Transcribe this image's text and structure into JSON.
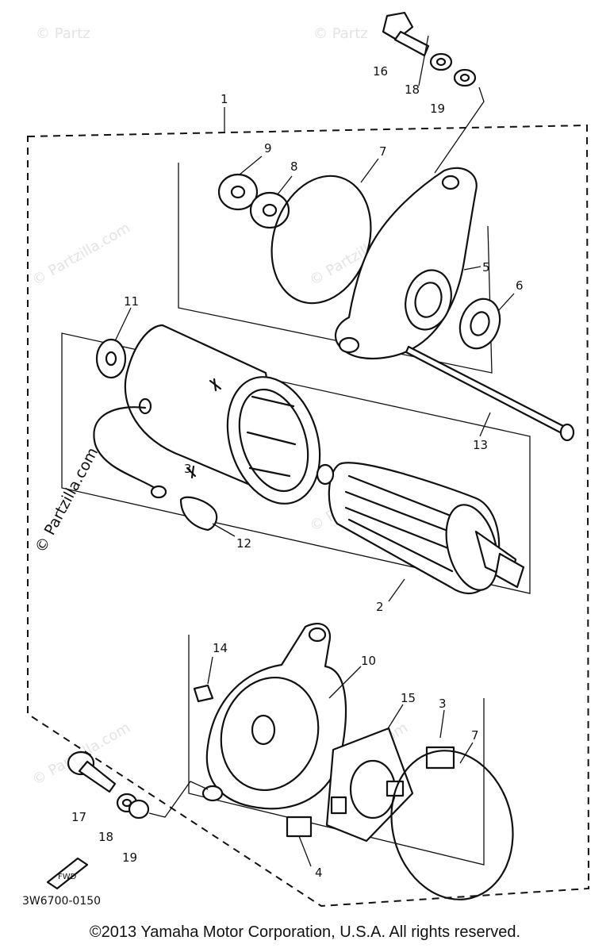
{
  "diagram": {
    "reference_code": "3W6700-0150",
    "copyright": "©2013 Yamaha Motor Corporation, U.S.A. All rights reserved.",
    "watermark": "© Partzilla.com",
    "watermark_short": "© Partz",
    "fwd_label": "FWD",
    "callouts": {
      "c1": "1",
      "c2": "2",
      "c3a": "3",
      "c3b": "3",
      "c4": "4",
      "c5": "5",
      "c6": "6",
      "c7a": "7",
      "c7b": "7",
      "c8": "8",
      "c9": "9",
      "c10": "10",
      "c11": "11",
      "c12": "12",
      "c13": "13",
      "c14": "14",
      "c15": "15",
      "c16": "16",
      "c17": "17",
      "c18a": "18",
      "c18b": "18",
      "c19a": "19",
      "c19b": "19"
    }
  }
}
